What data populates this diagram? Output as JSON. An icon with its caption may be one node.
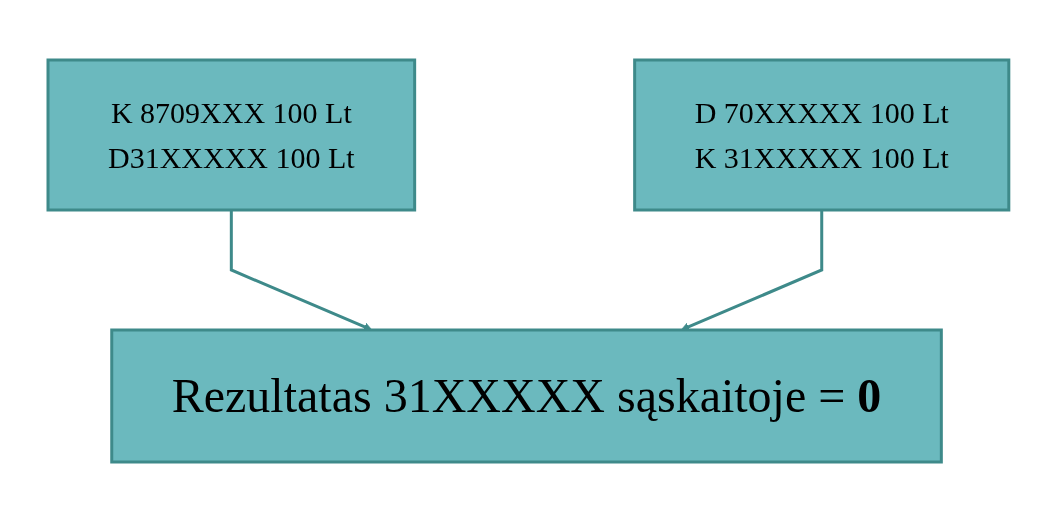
{
  "diagram": {
    "nodes": [
      {
        "text": [
          "K 8709XXX 100 Lt",
          "D31XXXXX 100 Lt"
        ]
      },
      {
        "text": [
          "D 70XXXXX 100 Lt",
          "K 31XXXXX 100 Lt"
        ]
      },
      {
        "text": [
          "Rezultatas 31XXXXX sąskaitoje = **0**"
        ]
      }
    ],
    "edges": [
      {
        "from": 0,
        "to": 2,
        "arrow": "to"
      },
      {
        "from": 1,
        "to": 2,
        "arrow": "to"
      }
    ]
  }
}
